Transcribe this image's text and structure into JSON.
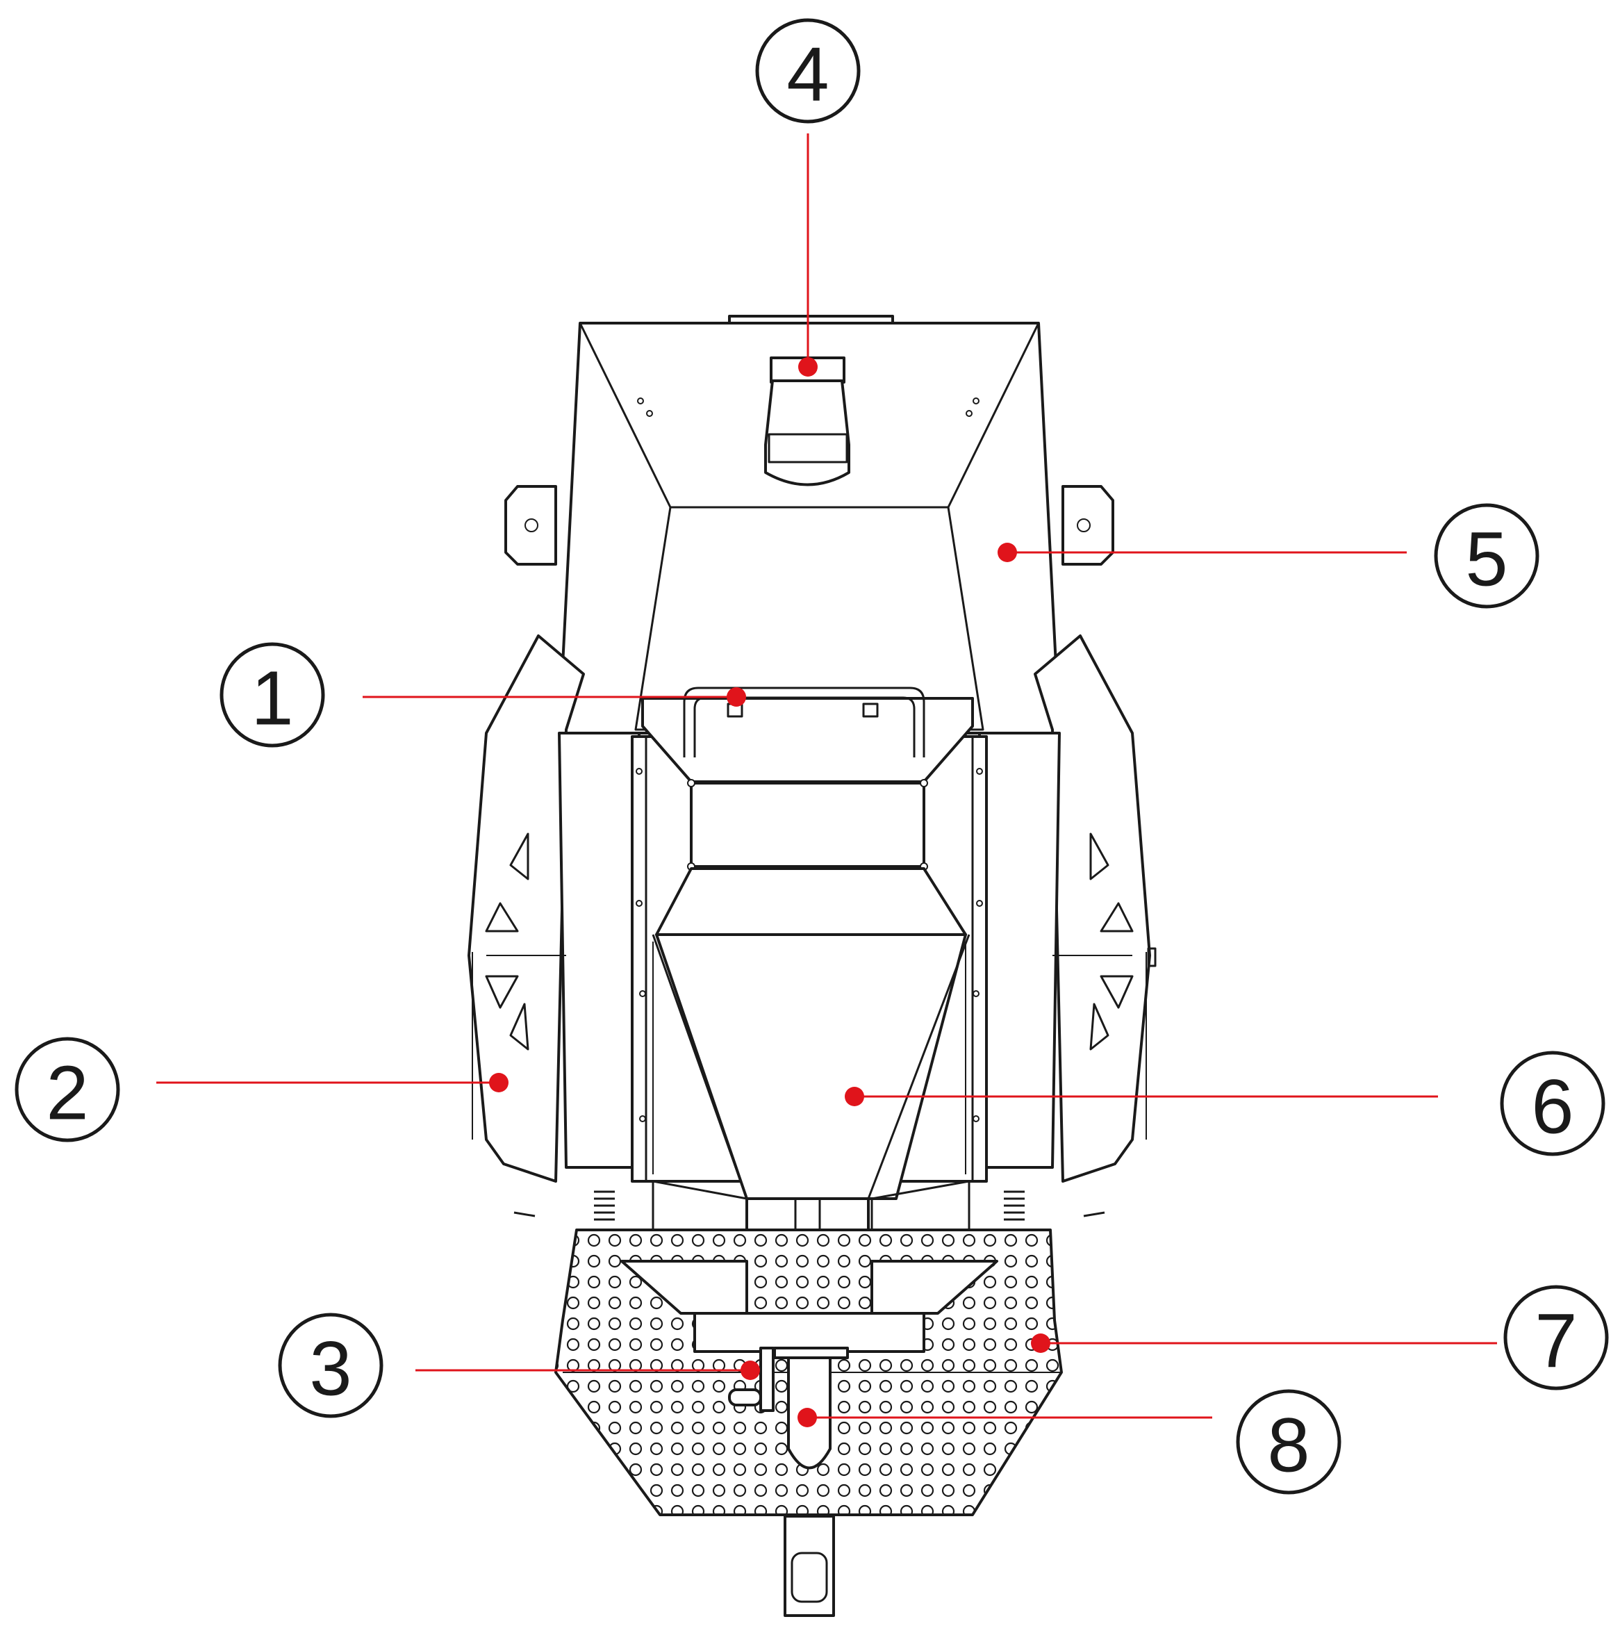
{
  "diagram": {
    "colors": {
      "line": "#1a1a1a",
      "leader": "#e0141b",
      "background": "#ffffff"
    },
    "callouts": [
      {
        "label": "1"
      },
      {
        "label": "2"
      },
      {
        "label": "3"
      },
      {
        "label": "4"
      },
      {
        "label": "5"
      },
      {
        "label": "6"
      },
      {
        "label": "7"
      },
      {
        "label": "8"
      }
    ]
  }
}
